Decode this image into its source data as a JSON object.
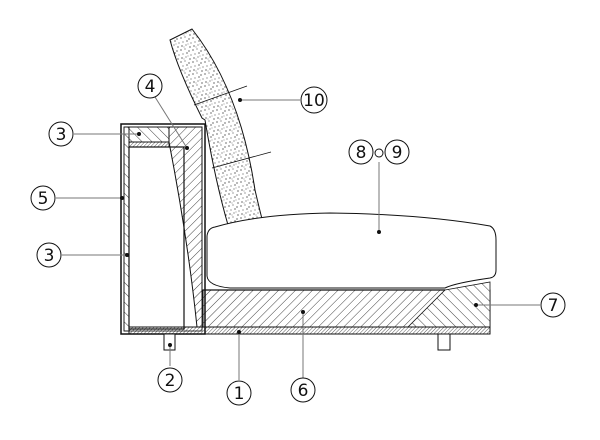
{
  "diagram": {
    "type": "technical-cross-section",
    "subject": "sofa section",
    "colors": {
      "line": "#111111",
      "leader": "#777777",
      "background": "#ffffff"
    },
    "callouts": [
      {
        "id": "1",
        "label": "1",
        "part": "base-board"
      },
      {
        "id": "2",
        "label": "2",
        "part": "front-foot"
      },
      {
        "id": "3a",
        "label": "3",
        "part": "armrest-top-panel"
      },
      {
        "id": "3b",
        "label": "3",
        "part": "armrest-inner-panel"
      },
      {
        "id": "4",
        "label": "4",
        "part": "backrest-frame"
      },
      {
        "id": "5",
        "label": "5",
        "part": "armrest-outer-cover"
      },
      {
        "id": "6",
        "label": "6",
        "part": "seat-base-frame"
      },
      {
        "id": "7",
        "label": "7",
        "part": "front-seat-rail"
      },
      {
        "id": "8",
        "label": "8",
        "part": "seat-cushion-option-a"
      },
      {
        "id": "9",
        "label": "9",
        "part": "seat-cushion-option-b"
      },
      {
        "id": "10",
        "label": "10",
        "part": "back-cushion"
      }
    ],
    "connector_symbol": "o"
  }
}
